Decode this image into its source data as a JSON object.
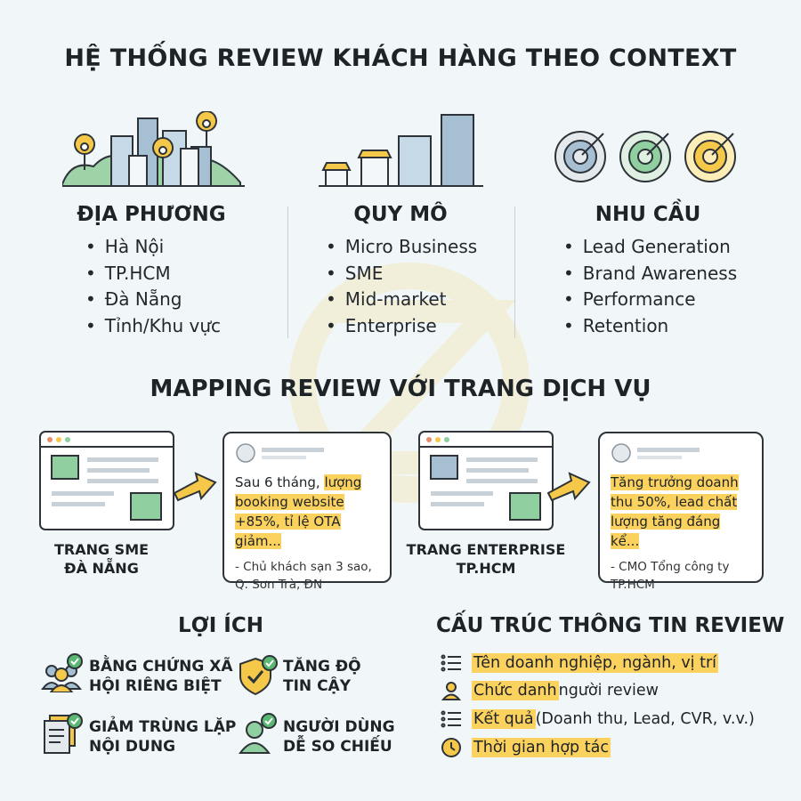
{
  "title": "HỆ THỐNG REVIEW KHÁCH HÀNG THEO CONTEXT",
  "columns": [
    {
      "title": "ĐỊA PHƯƠNG",
      "items": [
        "Hà Nội",
        "TP.HCM",
        "Đà Nẵng",
        "Tỉnh/Khu vực"
      ]
    },
    {
      "title": "QUY MÔ",
      "items": [
        "Micro Business",
        "SME",
        "Mid-market",
        "Enterprise"
      ]
    },
    {
      "title": "NHU CẦU",
      "items": [
        "Lead Generation",
        "Brand Awareness",
        "Performance",
        "Retention"
      ]
    }
  ],
  "mapping": {
    "title": "MAPPING REVIEW VỚI TRANG DỊCH VỤ",
    "pages": [
      {
        "caption_line1": "TRANG SME",
        "caption_line2": "ĐÀ NẴNG"
      },
      {
        "caption_line1": "TRANG ENTERPRISE",
        "caption_line2": "TP.HCM"
      }
    ],
    "reviews": [
      {
        "pre": "Sau 6 tháng, ",
        "highlight": "lượng booking website +85%, tỉ lệ OTA giảm...",
        "source_line1": "- Chủ khách sạn 3 sao,",
        "source_line2": "Q. Sơn Trà, ĐN"
      },
      {
        "pre": "",
        "highlight": "Tăng trưởng doanh thu 50%, lead chất lượng tăng đáng kể...",
        "source_line1": "- CMO Tổng công ty",
        "source_line2": "TP.HCM"
      }
    ]
  },
  "benefits": {
    "title": "LỢI ÍCH",
    "items": [
      {
        "line1": "BẰNG CHỨNG XÃ",
        "line2": "HỘI RIÊNG BIỆT",
        "icon": "people-check-icon"
      },
      {
        "line1": "TĂNG ĐỘ",
        "line2": "TIN CẬY",
        "icon": "shield-check-icon"
      },
      {
        "line1": "GIẢM TRÙNG LẶP",
        "line2": "NỘI DUNG",
        "icon": "documents-check-icon"
      },
      {
        "line1": "NGƯỜI DÙNG",
        "line2": "DỄ SO CHIẾU",
        "icon": "user-check-icon"
      }
    ]
  },
  "structure": {
    "title": "CẤU TRÚC THÔNG TIN REVIEW",
    "rows": [
      {
        "highlight": "Tên doanh nghiệp, ngành, vị trí",
        "rest": "",
        "icon": "list-icon"
      },
      {
        "highlight": "Chức danh",
        "rest": " người review",
        "icon": "person-icon"
      },
      {
        "highlight": "Kết quả",
        "rest": " (Doanh thu, Lead, CVR, v.v.)",
        "icon": "list-icon"
      },
      {
        "highlight": "Thời gian hợp tác",
        "rest": "",
        "icon": "clock-icon"
      }
    ]
  },
  "colors": {
    "accent_yellow": "#fcd25f",
    "green": "#8fcfa0",
    "blue_gray": "#a6bfd3",
    "dark": "#2d3338"
  }
}
